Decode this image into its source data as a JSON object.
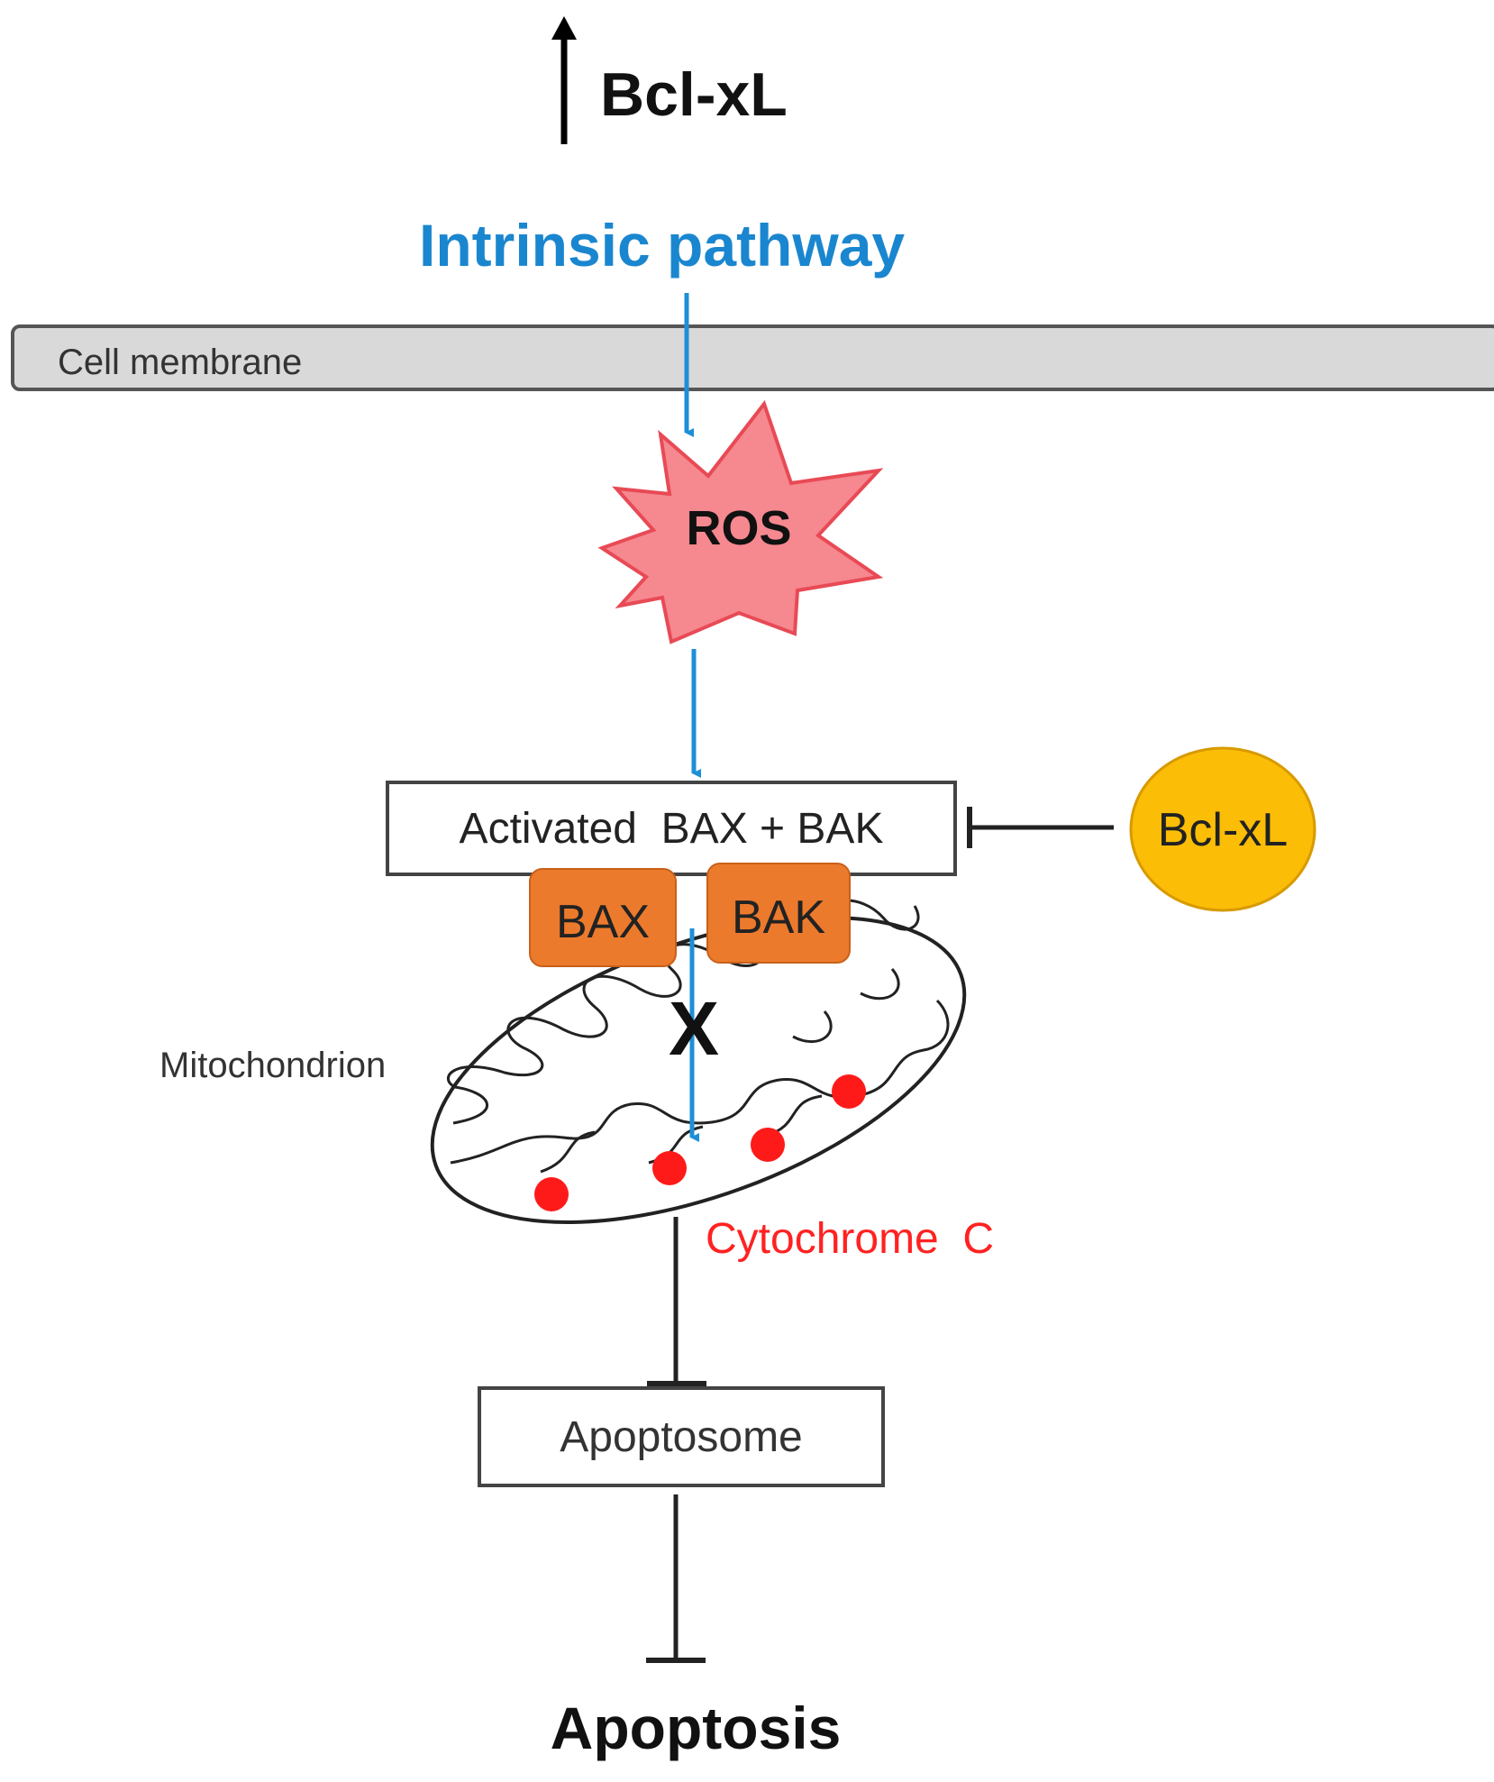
{
  "top_indicator": {
    "label": "Bcl-xL",
    "direction": "up"
  },
  "pathway_title": "Intrinsic pathway",
  "cell_membrane_label": "Cell membrane",
  "ros_label": "ROS",
  "activated_box_label": "Activated  BAX + BAK",
  "bclxl_node_label": "Bcl-xL",
  "bax_label": "BAX",
  "bak_label": "BAK",
  "blocked_marker": "X",
  "mitochondrion_label": "Mitochondrion",
  "cytochrome_label": "Cytochrome  C",
  "apoptosome_label": "Apoptosome",
  "outcome_label": "Apoptosis",
  "colors": {
    "pathway_blue": "#1e8fd6",
    "title_blue": "#1a86cf",
    "ros_fill": "#f6888f",
    "ros_stroke": "#e84a55",
    "bax_bak_fill": "#ec7a2c",
    "bclxl_fill": "#fbbd06",
    "cytochrome_red": "#ff2222",
    "membrane_fill": "#d9d9d9"
  }
}
